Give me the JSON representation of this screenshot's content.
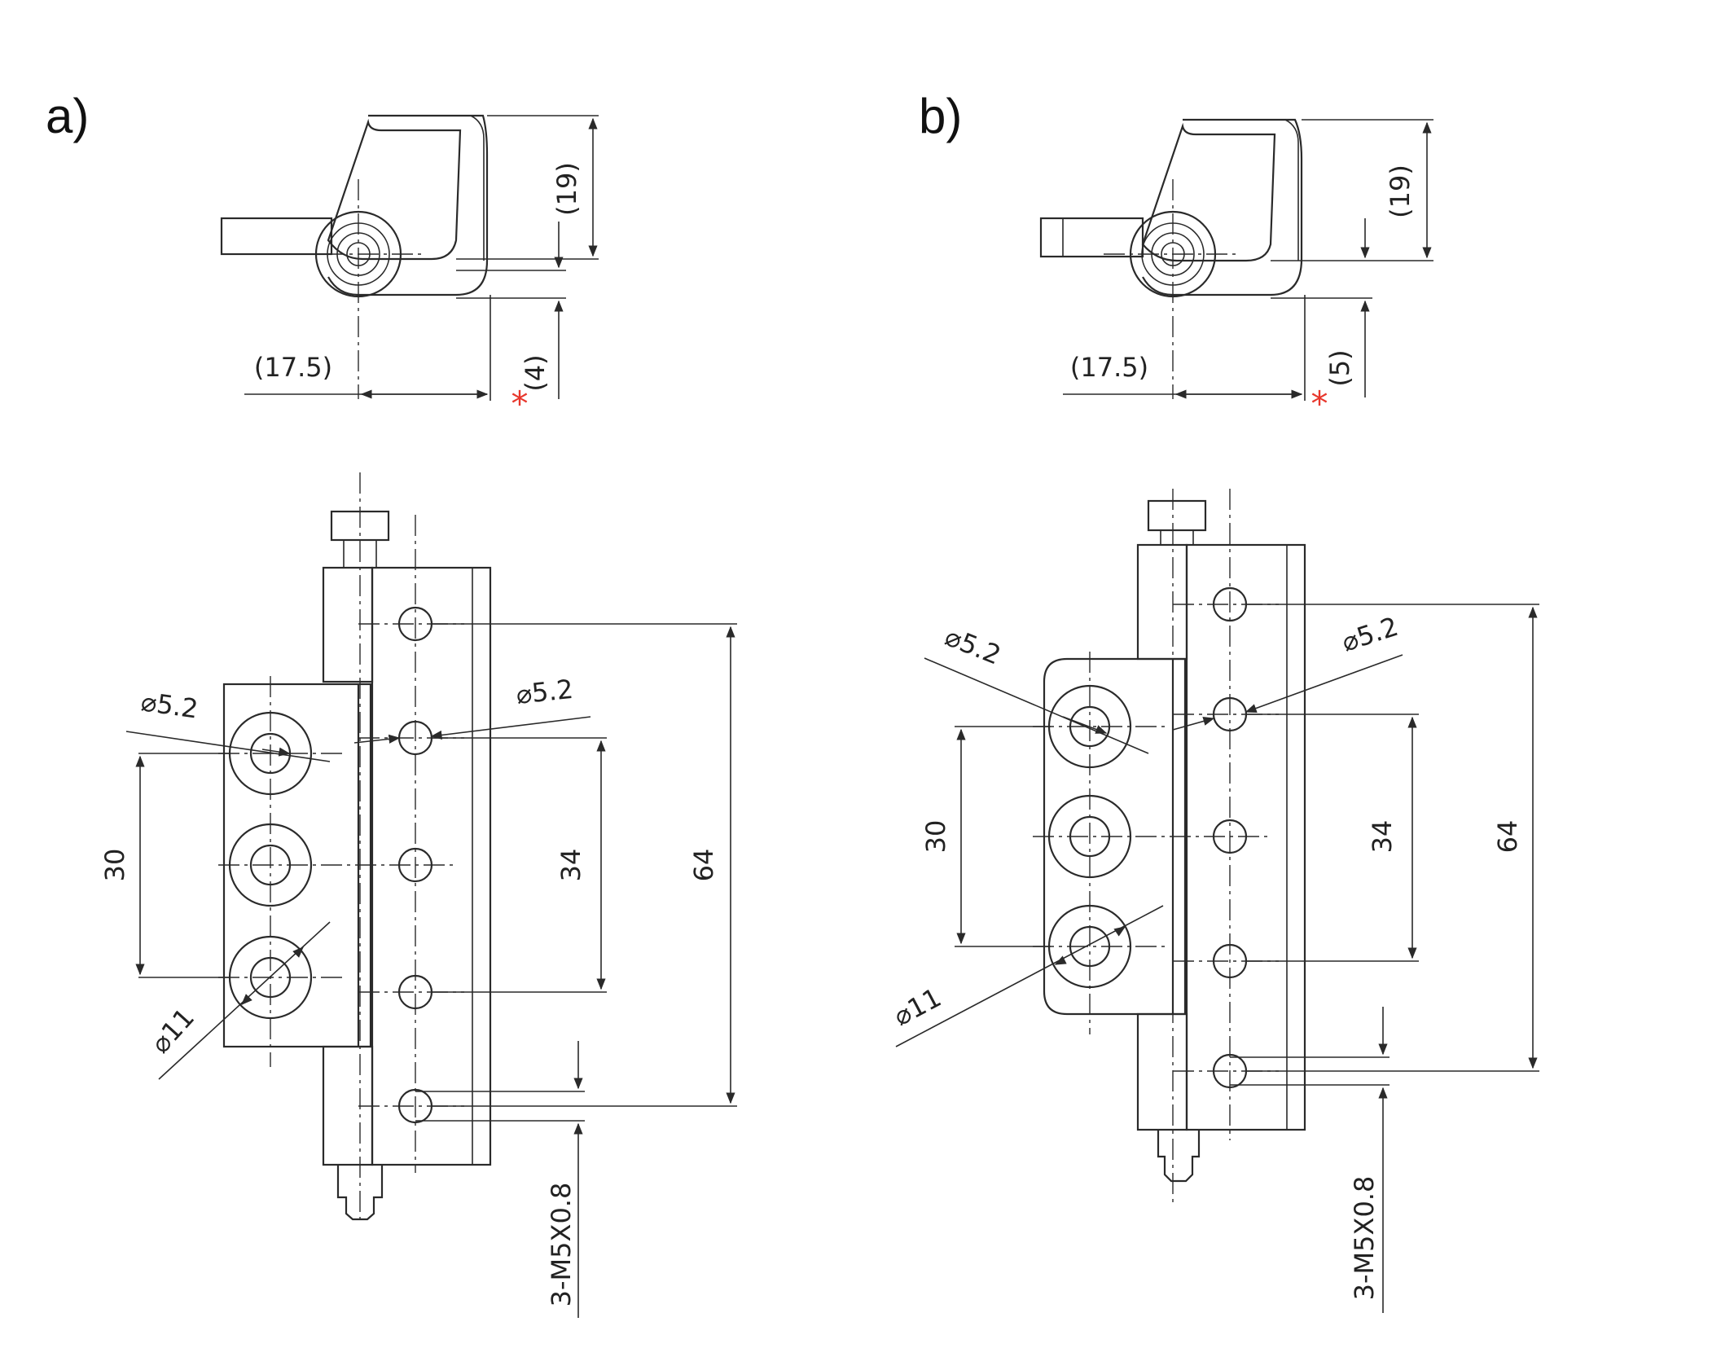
{
  "panels": [
    {
      "label": "a)",
      "top_view": {
        "dim_height": "(19)",
        "dim_offset": "(17.5)",
        "dim_gap": "(4)",
        "marker": "*"
      },
      "front_view": {
        "dia_hole": "⌀5.2",
        "dia_hole_right": "⌀5.2",
        "dia_counterbore": "⌀11",
        "pitch_left": "30",
        "pitch_inner": "34",
        "pitch_outer": "64",
        "thread": "3-M5X0.8"
      }
    },
    {
      "label": "b)",
      "top_view": {
        "dim_height": "(19)",
        "dim_offset": "(17.5)",
        "dim_gap": "(5)",
        "marker": "*"
      },
      "front_view": {
        "dia_hole": "⌀5.2",
        "dia_hole_right": "⌀5.2",
        "dia_counterbore": "⌀11",
        "pitch_left": "30",
        "pitch_inner": "34",
        "pitch_outer": "64",
        "thread": "3-M5X0.8"
      }
    }
  ],
  "colors": {
    "line": "#2a2a2a",
    "marker": "#e8372c"
  }
}
